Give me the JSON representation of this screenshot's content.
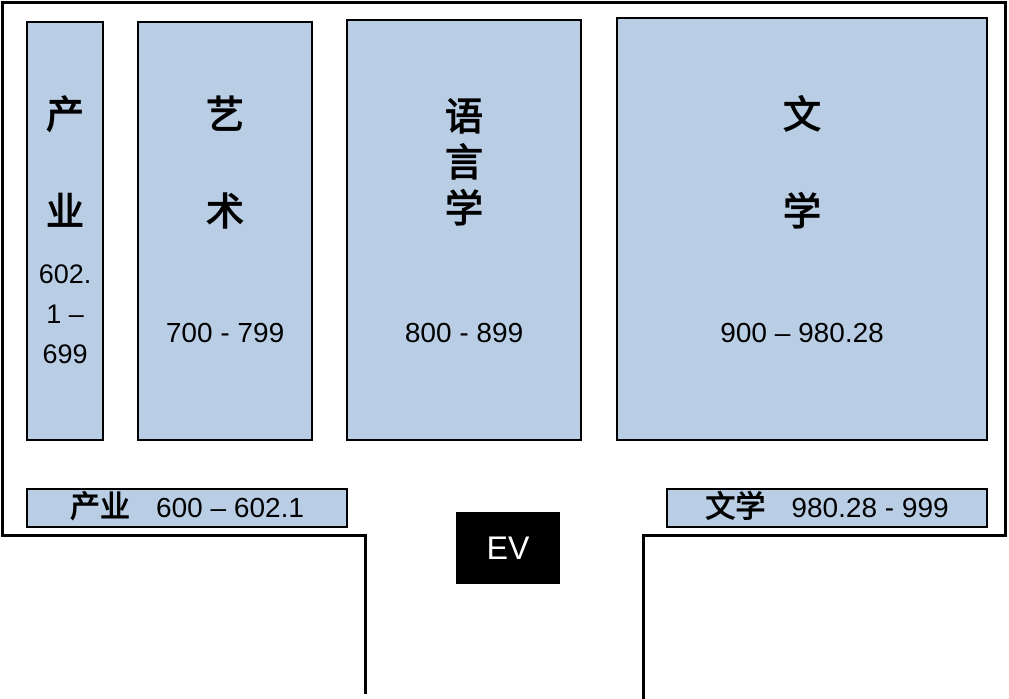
{
  "shelves": {
    "industry_vertical": {
      "label_chars": [
        "产",
        "业"
      ],
      "range_lines": [
        "602.",
        "1 –",
        "699"
      ]
    },
    "art": {
      "label_chars": [
        "艺",
        "术"
      ],
      "range": "700 - 799"
    },
    "linguistics": {
      "label_chars": [
        "语",
        "言",
        "学"
      ],
      "range": "800 - 899"
    },
    "literature": {
      "label_chars": [
        "文",
        "学"
      ],
      "range": "900 – 980.28"
    },
    "industry_bottom": {
      "label": "产业",
      "range": "600 – 602.1"
    },
    "literature_bottom": {
      "label": "文学",
      "range": "980.28 - 999"
    }
  },
  "elevator": {
    "label": "EV"
  },
  "colors": {
    "shelf_fill": "#b9cde5",
    "outline": "#000000",
    "elevator_fill": "#000000",
    "elevator_text": "#ffffff"
  }
}
